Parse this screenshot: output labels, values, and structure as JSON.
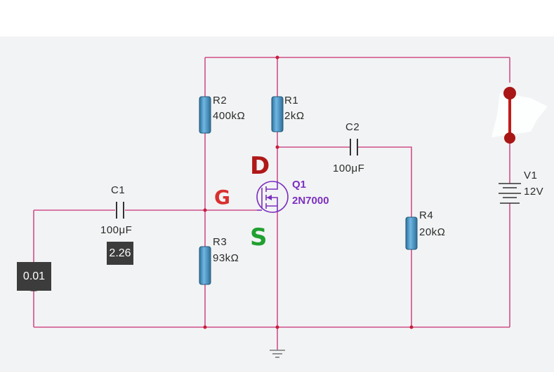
{
  "components": {
    "r1": {
      "name": "R1",
      "value": "2kΩ"
    },
    "r2": {
      "name": "R2",
      "value": "400kΩ"
    },
    "r3": {
      "name": "R3",
      "value": "93kΩ"
    },
    "r4": {
      "name": "R4",
      "value": "20kΩ"
    },
    "c1": {
      "name": "C1",
      "value": "100μF"
    },
    "c2": {
      "name": "C2",
      "value": "100μF"
    },
    "q1": {
      "name": "Q1",
      "value": "2N7000"
    },
    "v1": {
      "name": "V1",
      "value": "12V"
    }
  },
  "terminals": {
    "drain": "D",
    "gate": "G",
    "source": "S"
  },
  "probes": {
    "c1_reading": "2.26",
    "input_reading": "0.01"
  },
  "colors": {
    "wire": "#d0508a",
    "resistor_fill": "#4f9fd0",
    "mosfet": "#7b2fbf",
    "switch": "#c41a1a",
    "gnd": "#7a7a7a",
    "drain_label": "#b01818",
    "gate_label": "#d93030",
    "source_label": "#20a030"
  }
}
